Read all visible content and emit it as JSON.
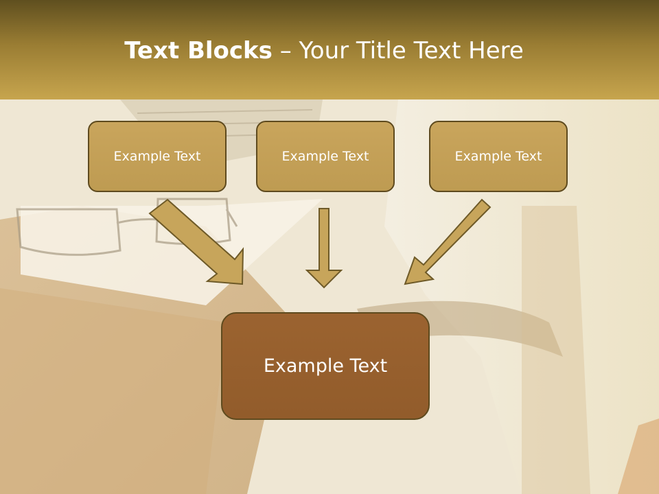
{
  "colors": {
    "header_dark": "#5f4f1f",
    "header_light": "#c7a54e",
    "box_fill": "#c3a057",
    "box_border": "#5e4a1e",
    "main_box_fill": "#98602e",
    "arrow_fill": "#c7a55b",
    "arrow_border": "#6e5a28"
  },
  "title": {
    "bold": "Text Blocks",
    "dash": " – ",
    "rest": "Your Title Text Here"
  },
  "boxes": [
    {
      "text": "Example Text"
    },
    {
      "text": "Example Text"
    },
    {
      "text": "Example Text"
    }
  ],
  "main_box": {
    "text": "Example Text"
  }
}
